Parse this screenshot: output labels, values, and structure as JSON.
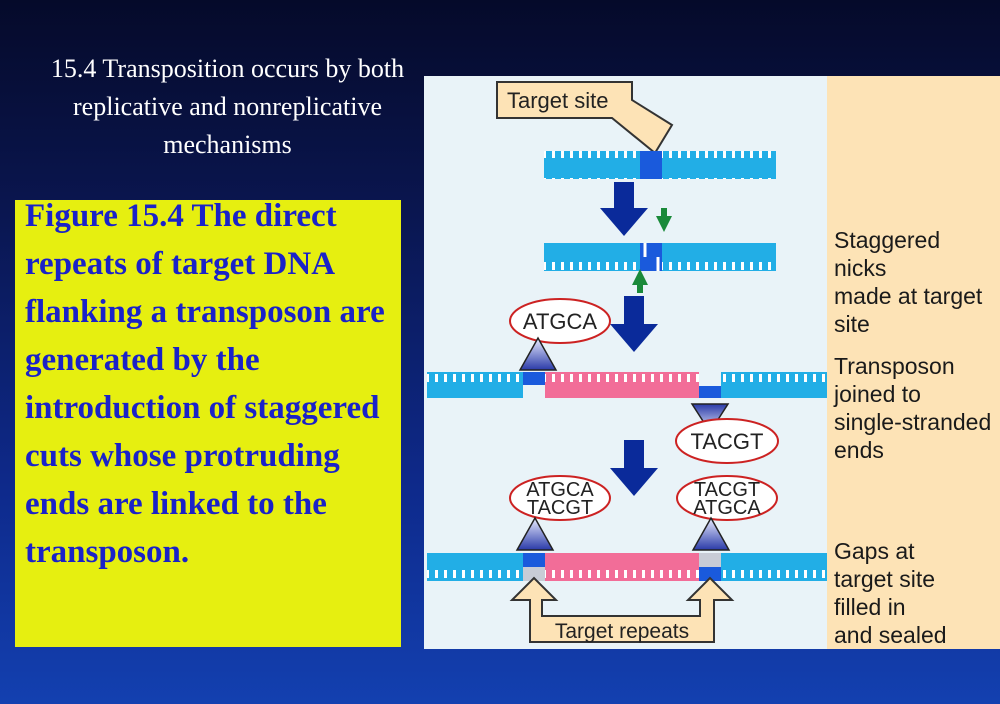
{
  "slide": {
    "title": "15.4 Transposition occurs by both replicative and nonreplicative mechanisms"
  },
  "caption": {
    "text": "Figure 15.4 The direct repeats of target DNA flanking a transposon are generated by the introduction of staggered cuts whose protruding ends are linked to the transposon."
  },
  "figure": {
    "target_site_label": "Target site",
    "target_repeats_label": "Target repeats",
    "seq_top": "ATGCA",
    "seq_bottom": "TACGT",
    "steps": [
      "Staggered\nnicks\nmade at target\nsite",
      "Transposon\njoined to\nsingle-stranded\nends",
      "Gaps at\ntarget site\nfilled in\nand sealed"
    ]
  },
  "colors": {
    "dna": "#22aee6",
    "transposon": "#f26d98",
    "target_site": "#1a5adc",
    "arrow": "#0a2a9a",
    "nick_arrow": "#1a8a3a",
    "callout_fill": "#fde3b6"
  }
}
